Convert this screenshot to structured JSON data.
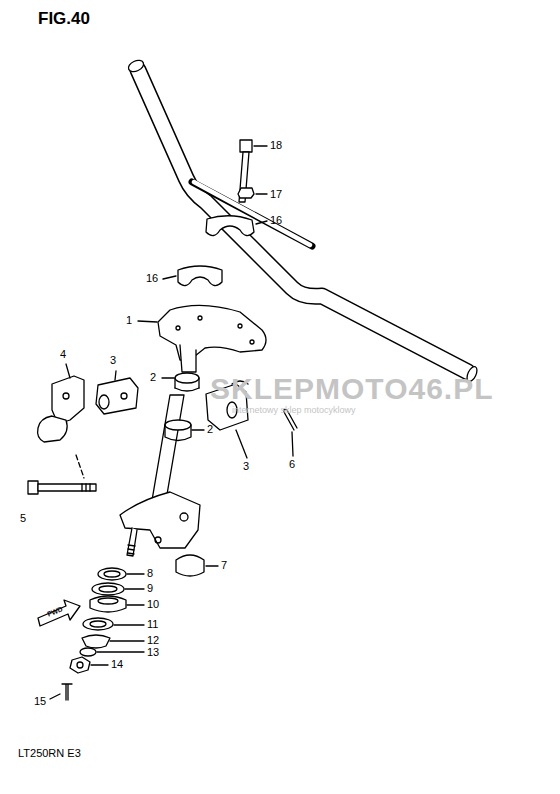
{
  "diagram": {
    "title": "FIG.40",
    "caption": "LT250RN E3",
    "labels": [
      "18",
      "17",
      "16",
      "16",
      "1",
      "4",
      "3",
      "2",
      "2",
      "3",
      "6",
      "5",
      "7",
      "8",
      "9",
      "10",
      "11",
      "12",
      "13",
      "14",
      "15",
      "FWD",
      "SKLEPMOTO46.PL",
      "internetowy sklep motocyklowy"
    ]
  }
}
